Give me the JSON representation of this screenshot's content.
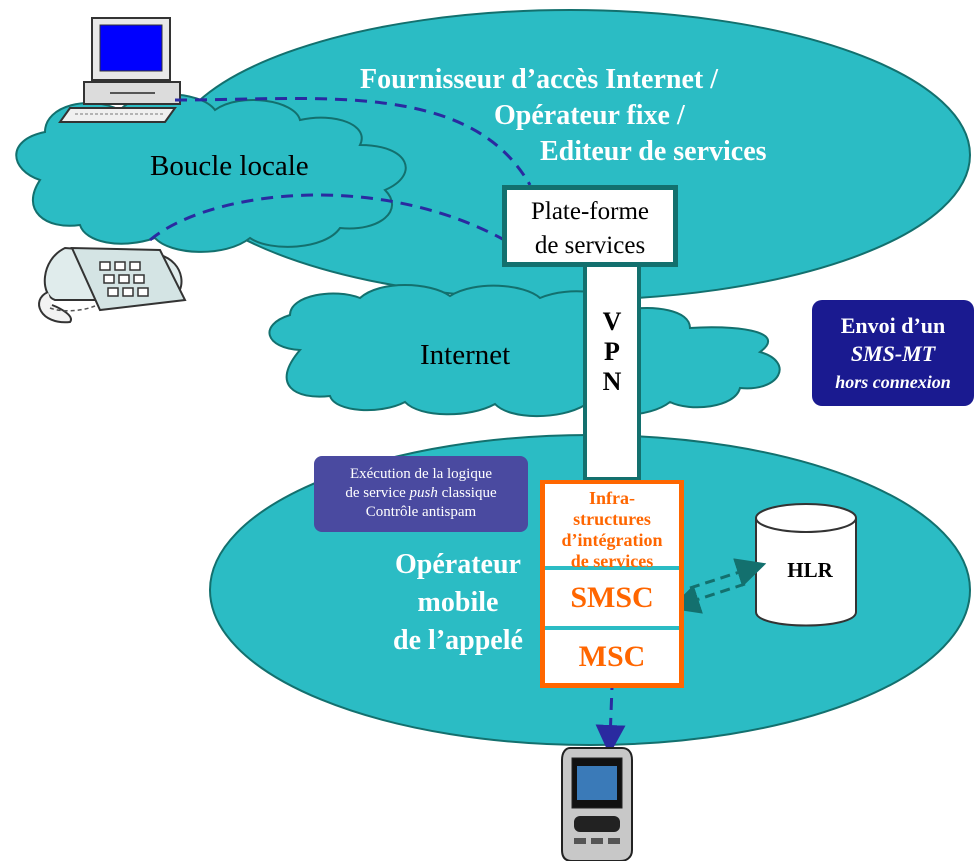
{
  "isp": {
    "line1": "Fournisseur d’accès Internet /",
    "line2": "Opérateur fixe /",
    "line3": "Editeur de services"
  },
  "boucle_locale": "Boucle locale",
  "internet": "Internet",
  "plateforme": {
    "line1": "Plate-forme",
    "line2": "de services"
  },
  "vpn": {
    "v": "V",
    "p": "P",
    "n": "N"
  },
  "infra": {
    "line1": "Infra-",
    "line2": "structures",
    "line3": "d’intégration",
    "line4": "de services"
  },
  "smsc": "SMSC",
  "msc": "MSC",
  "hlr": "HLR",
  "mobile_operator": {
    "line1": "Opérateur",
    "line2": "mobile",
    "line3": "de l’appelé"
  },
  "exec_note": {
    "line1": "Exécution de la logique",
    "line2_a": "de service ",
    "line2_b": "push",
    "line2_c": " classique",
    "line3": "Contrôle antispam"
  },
  "envoi": {
    "line1": "Envoi d’un",
    "line2": "SMS-MT",
    "line3": "hors connexion"
  },
  "colors": {
    "teal": "#2bbcc4",
    "dark_teal": "#13706e",
    "orange": "#ff6600",
    "navy": "#1a1a90",
    "purple": "#4a4aa0",
    "dash_blue": "#2a2aa0"
  }
}
